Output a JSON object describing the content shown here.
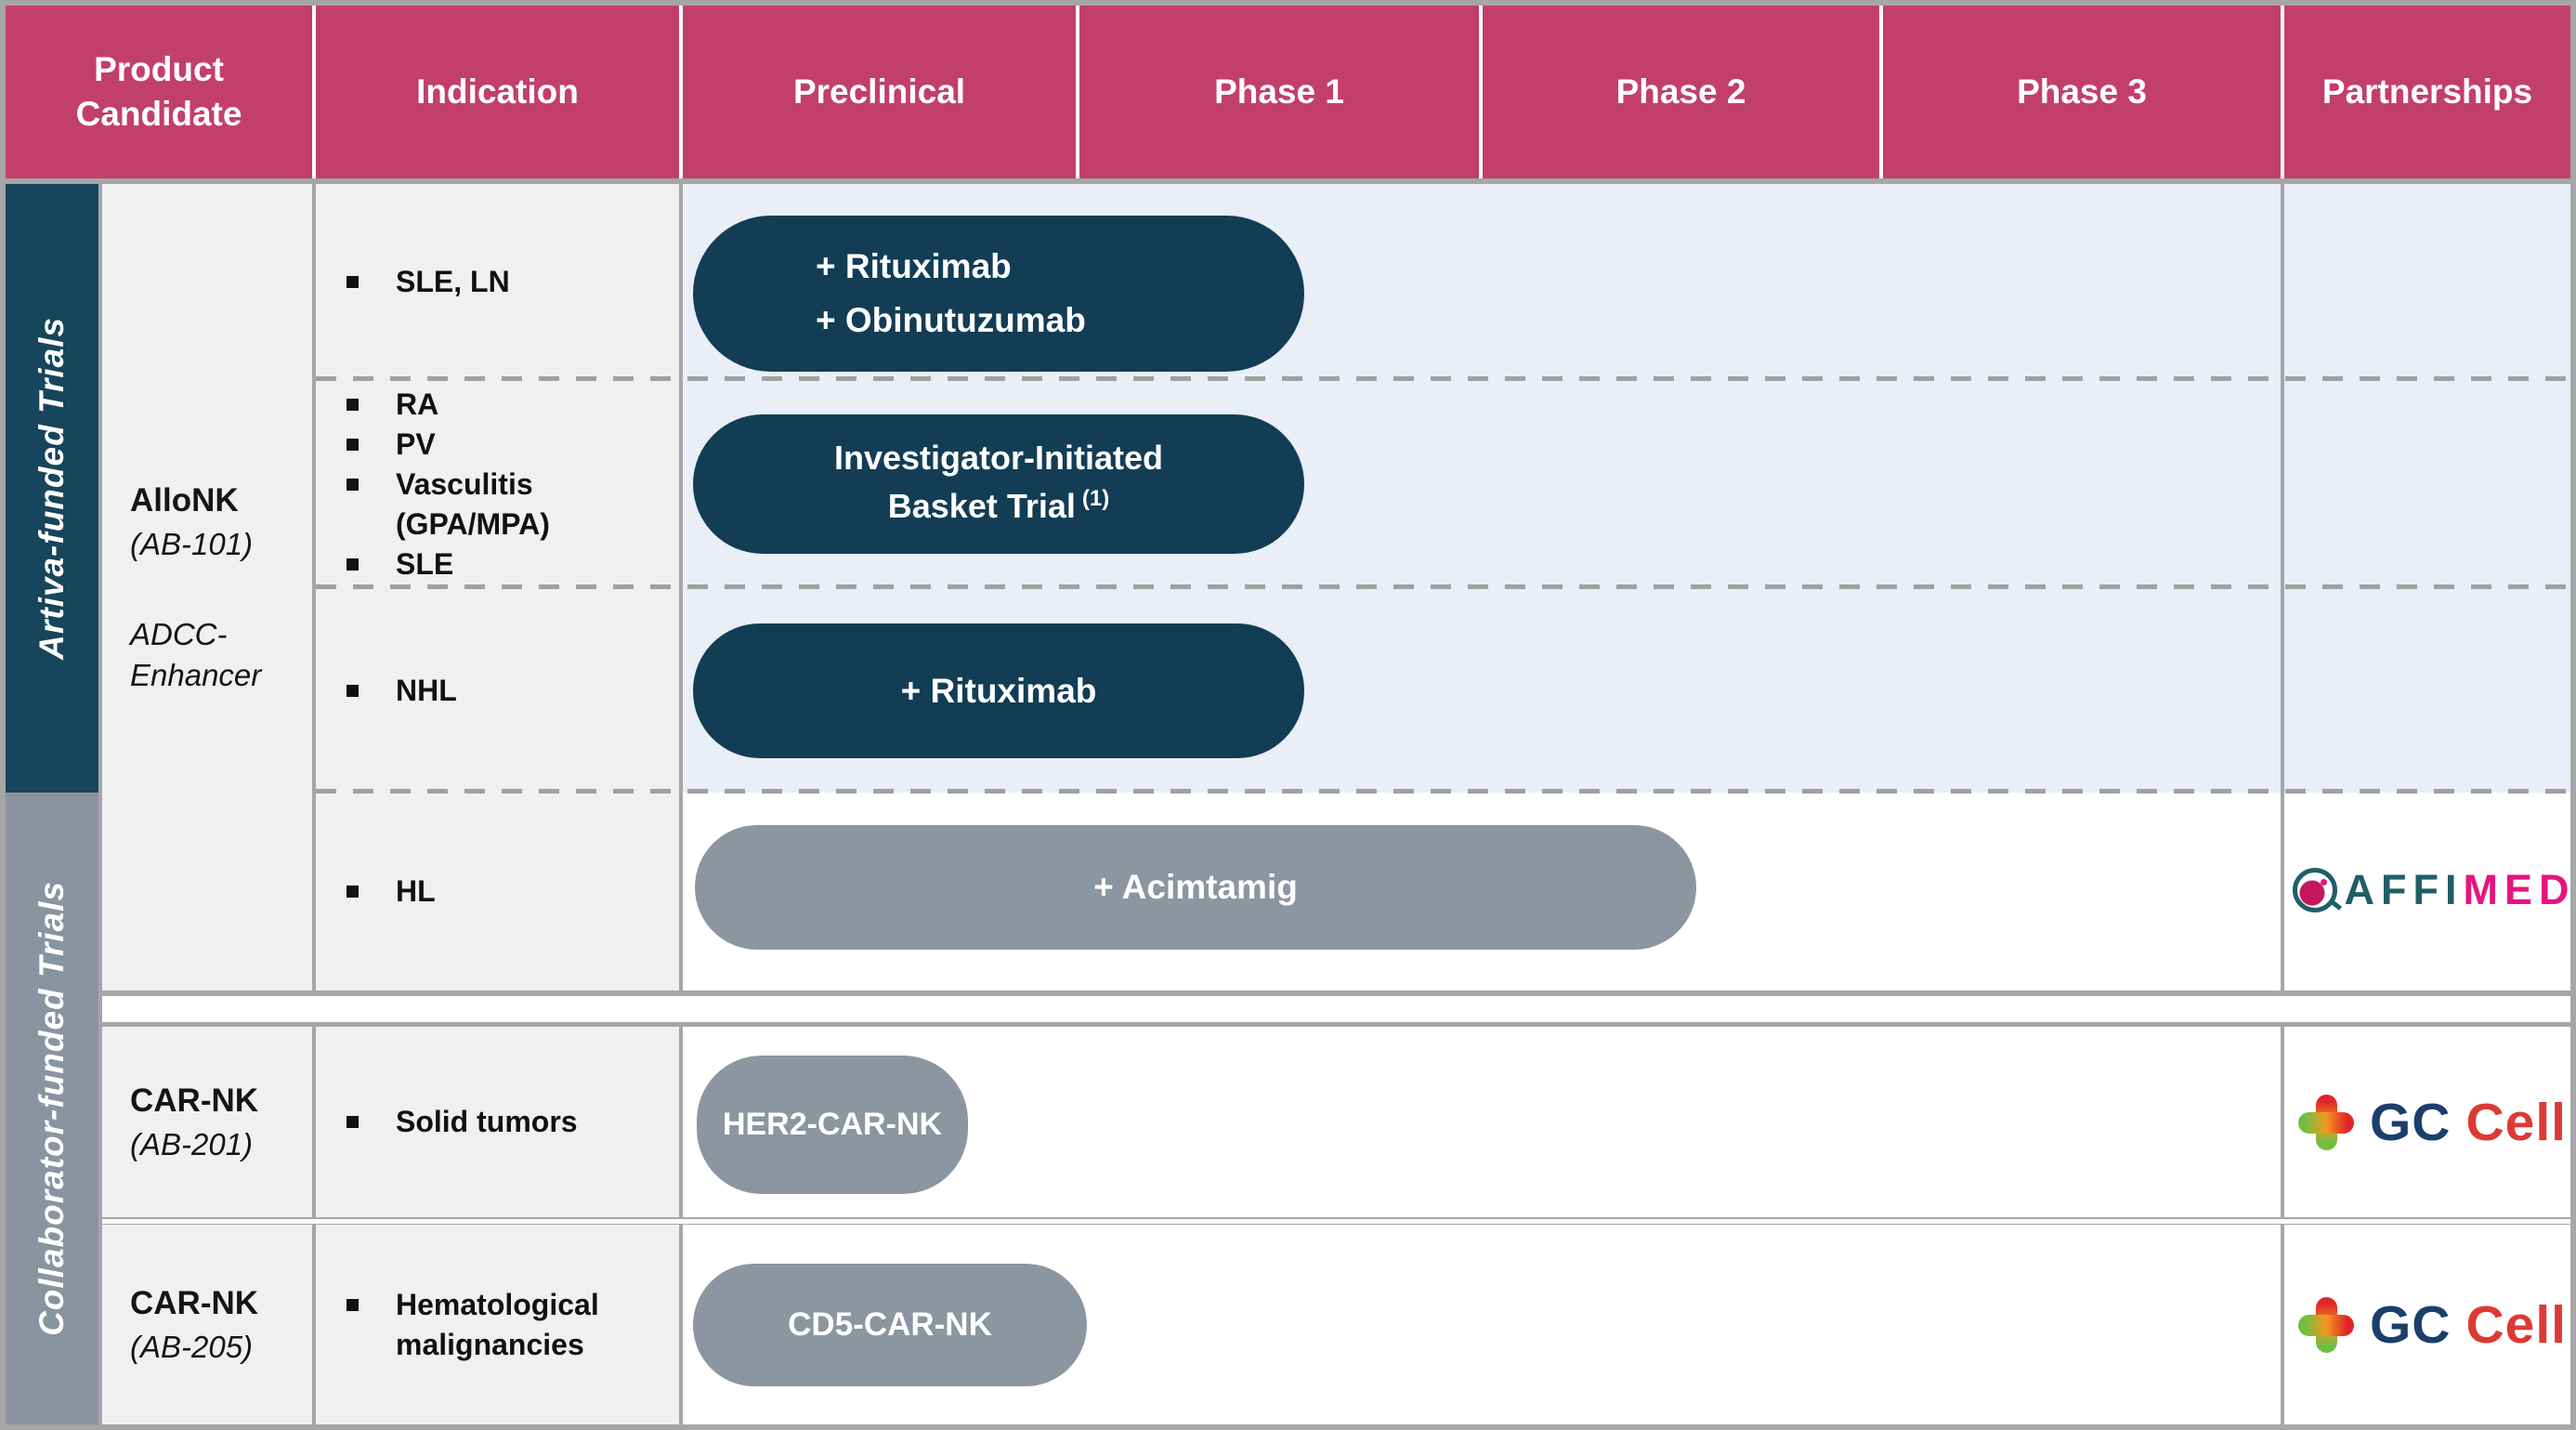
{
  "header": {
    "columns": [
      "Product Candidate",
      "Indication",
      "Preclinical",
      "Phase 1",
      "Phase 2",
      "Phase 3",
      "Partnerships"
    ]
  },
  "sidebar": {
    "artiva": "Artiva-funded Trials",
    "collaborator": "Collaborator-funded Trials"
  },
  "block1": {
    "product": {
      "name": "AlloNK",
      "code": "(AB-101)",
      "descriptor": "ADCC-Enhancer"
    },
    "row1": {
      "items": [
        "SLE, LN"
      ],
      "pill": {
        "line1": "+ Rituximab",
        "line2": "+ Obinutuzumab"
      }
    },
    "row2": {
      "items": [
        "RA",
        "PV",
        "Vasculitis (GPA/MPA)",
        "SLE"
      ],
      "pill": {
        "line1": "Investigator-Initiated",
        "line2": "Basket Trial",
        "sup": "(1)"
      }
    },
    "row3": {
      "items": [
        "NHL"
      ],
      "pill": {
        "label": "+ Rituximab"
      }
    },
    "row4": {
      "items": [
        "HL"
      ],
      "pill": {
        "label": "+ Acimtamig"
      },
      "partner": {
        "part1": "AFFI",
        "part2": "MED"
      }
    }
  },
  "block2": {
    "product": {
      "name": "CAR-NK",
      "code": "(AB-201)"
    },
    "row": {
      "items": [
        "Solid tumors"
      ],
      "pill": {
        "label": "HER2-CAR-NK"
      }
    },
    "partner": {
      "part1": "GC",
      "part2": "Cell"
    }
  },
  "block3": {
    "product": {
      "name": "CAR-NK",
      "code": "(AB-205)"
    },
    "row": {
      "items": [
        "Hematological malignancies"
      ],
      "pill": {
        "label": "CD5-CAR-NK"
      }
    },
    "partner": {
      "part1": "GC",
      "part2": "Cell"
    }
  },
  "icons": {
    "affimed_logo_icon": "magnifier-over-cell",
    "gccell_logo_icon": "gradient-plus-cross"
  },
  "colors": {
    "header_pink": "#C23F6B",
    "pill_navy": "#123D55",
    "sidebar_teal": "#17455B",
    "sidebar_gray": "#8A94A0",
    "pill_gray": "#8C96A1",
    "phase_light_blue": "#E9EEF7",
    "cell_light_gray": "#F0F0F1",
    "border_gray": "#A6A6A6",
    "dash_gray": "#A0A0A0",
    "affimed_teal": "#205E68",
    "affimed_pink": "#E5147E",
    "gc_navy": "#1B3E6C",
    "gc_red": "#DD3A35"
  }
}
